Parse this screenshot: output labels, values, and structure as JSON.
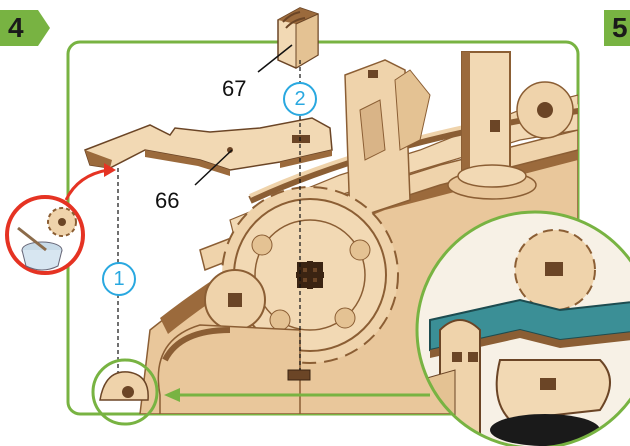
{
  "steps": {
    "current": "4",
    "next": "5"
  },
  "parts": {
    "part_66": "66",
    "part_67": "67"
  },
  "callouts": {
    "first": "1",
    "second": "2"
  },
  "colors": {
    "frame": "#78b342",
    "callout": "#29a8e0",
    "wax_ring": "#e53323",
    "wood": "#efd3ab",
    "wood_edge": "#9b6a3c"
  },
  "icons": {
    "wax_pot": "wax-pot-icon",
    "gear": "gear-icon"
  }
}
